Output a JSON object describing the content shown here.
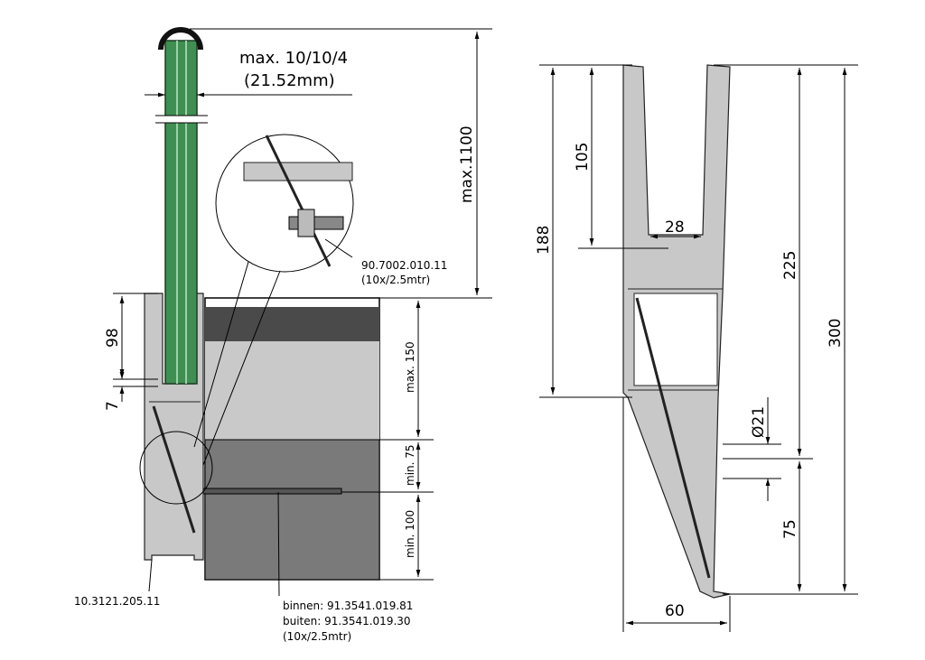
{
  "left_view": {
    "glass_thickness": "max. 10/10/4",
    "glass_thickness_mm": "(21.52mm)",
    "height_max": "max.1100",
    "dim_98": "98",
    "dim_7": "7",
    "dim_max150": "max. 150",
    "dim_min75": "min. 75",
    "dim_min100": "min. 100",
    "profile_code": "10.3121.205.11",
    "bolt_code": "90.7002.010.11",
    "bolt_pack": "(10x/2.5mtr)",
    "rubber_inner": "binnen: 91.3541.019.81",
    "rubber_outer": "buiten: 91.3541.019.30",
    "rubber_pack": "(10x/2.5mtr)"
  },
  "right_view": {
    "dim_105": "105",
    "dim_188": "188",
    "dim_28": "28",
    "dim_225": "225",
    "dim_300": "300",
    "dim_d21": "Ø21",
    "dim_75": "75",
    "dim_60": "60"
  },
  "colors": {
    "glass": "#3f8f52",
    "profile": "#c8c8c8",
    "concrete_dark": "#4a4a4a",
    "concrete_light": "#c9c9c9",
    "concrete_mid": "#7a7a7a"
  }
}
